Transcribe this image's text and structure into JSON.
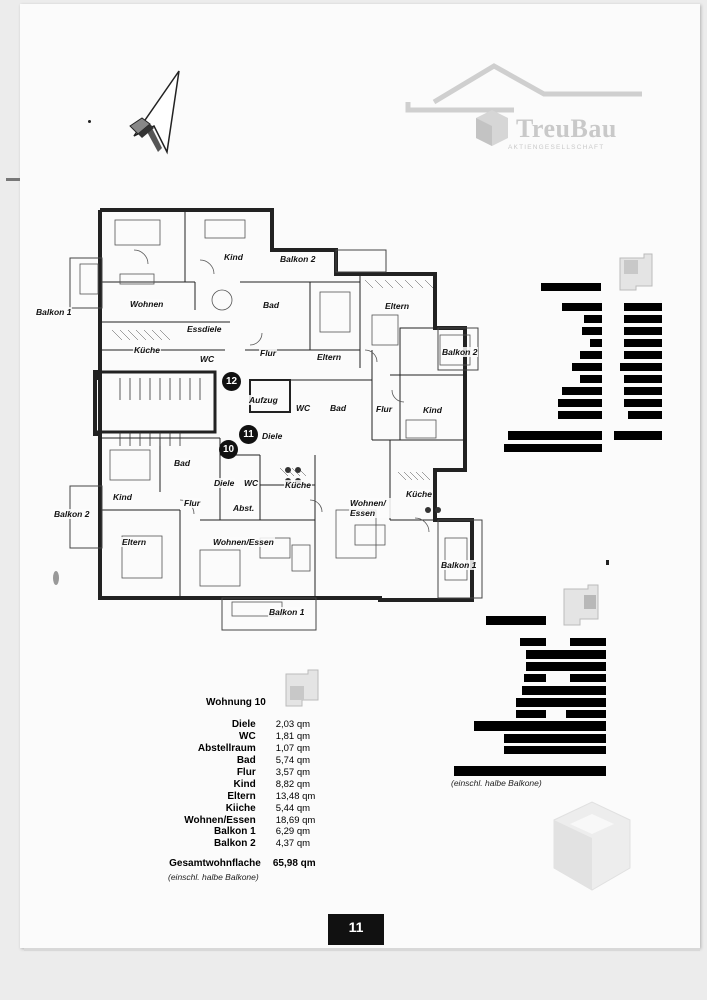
{
  "logo": {
    "name": "TreuBau",
    "subtitle": "AKTIENGESELLSCHAFT"
  },
  "plan_labels": {
    "balkon1_top": "Balkon 1",
    "kind_top": "Kind",
    "balkon2_top": "Balkon 2",
    "wohnen_top": "Wohnen",
    "bad_top": "Bad",
    "eltern_top_right": "Eltern",
    "essdiele": "Essdiele",
    "kueche_top": "Küche",
    "wc_top": "WC",
    "flur_top": "Flur",
    "eltern_mid": "Eltern",
    "balkon2_right": "Balkon 2",
    "aufzug": "Aufzug",
    "wc_mid": "WC",
    "bad_mid": "Bad",
    "flur_mid_right": "Flur",
    "kind_mid_right": "Kind",
    "diele_11": "Diele",
    "bad_bottom_left": "Bad",
    "diele_10": "Diele",
    "wc_bottom": "WC",
    "kueche_bottom_mid": "Küche",
    "kueche_bottom_right": "Küche",
    "kind_bottom_left": "Kind",
    "flur_bottom": "Flur",
    "balkon2_bottom_left": "Balkon 2",
    "abst": "Abst.",
    "wohnen_essen_right": "Wohnen/ Essen",
    "eltern_bottom": "Eltern",
    "wohnen_essen_bottom": "Wohnen/Essen",
    "balkon1_right": "Balkon 1",
    "balkon1_bottom": "Balkon 1"
  },
  "markers": {
    "m12": "12",
    "m11": "11",
    "m10": "10"
  },
  "unit": {
    "title": "Wohnung 10",
    "rooms": [
      {
        "name": "Diele",
        "area": "2,03 qm"
      },
      {
        "name": "WC",
        "area": "1,81 qm"
      },
      {
        "name": "Abstellraum",
        "area": "1,07 qm"
      },
      {
        "name": "Bad",
        "area": "5,74 qm"
      },
      {
        "name": "Flur",
        "area": "3,57 qm"
      },
      {
        "name": "Kind",
        "area": "8,82 qm"
      },
      {
        "name": "Eltern",
        "area": "13,48 qm"
      },
      {
        "name": "Kiiche",
        "area": "5,44 qm"
      },
      {
        "name": "Wohnen/Essen",
        "area": "18,69 qm"
      },
      {
        "name": "Balkon 1",
        "area": "6,29 qm"
      },
      {
        "name": "Balkon 2",
        "area": "4,37 qm"
      }
    ],
    "total_label": "Gesamtwohnflache",
    "total_value": "65,98 qm",
    "note": "(einschl. halbe Balkone)"
  },
  "note_right": "(einschl. halbe Balkone)",
  "page_number": "11"
}
